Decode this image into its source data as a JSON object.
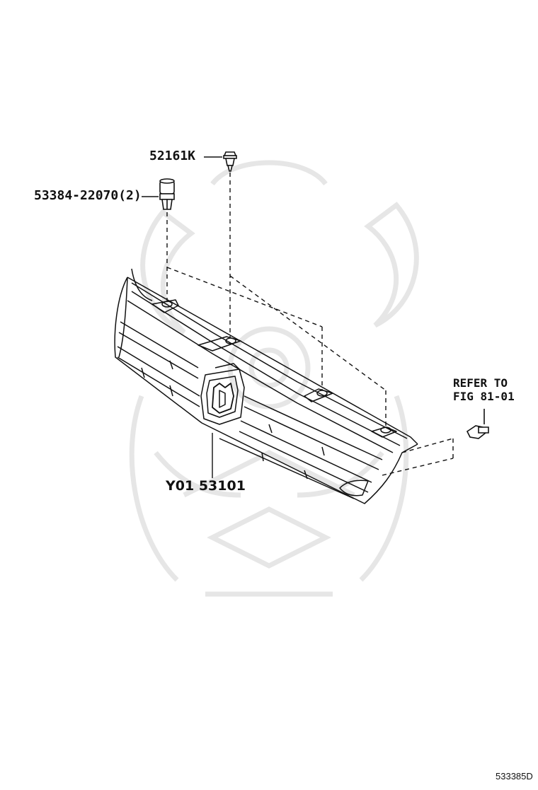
{
  "diagram": {
    "labels": {
      "part_52161k": "52161K",
      "part_53384": "53384-22070(2)",
      "part_grille": "Y01 53101",
      "refer_line1": "REFER TO",
      "refer_line2": "FIG 81-01"
    },
    "figure_number": "533385D",
    "line_color": "#111111",
    "watermark_color": "#e6e6e6"
  }
}
